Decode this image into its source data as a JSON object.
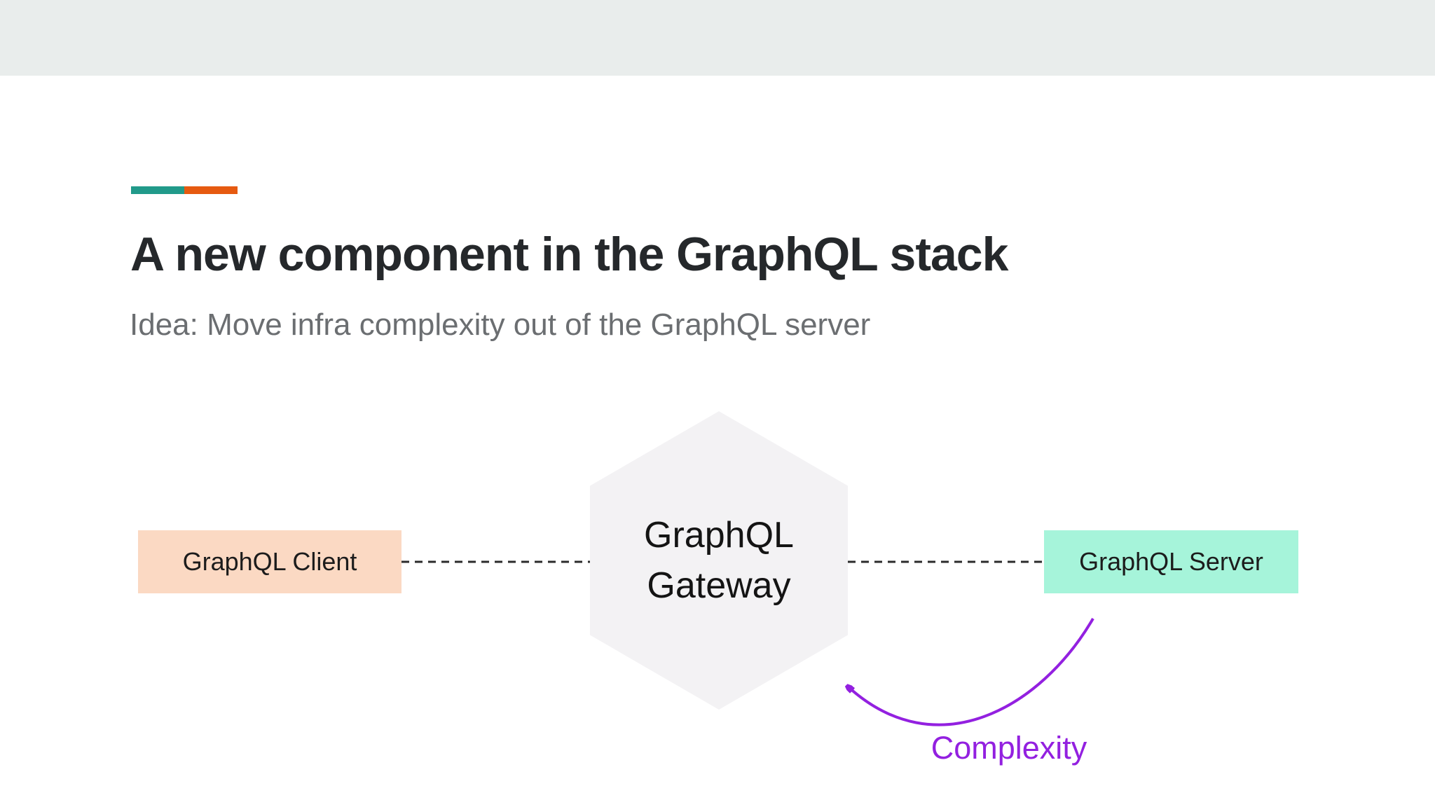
{
  "slide": {
    "title": "A new component in the GraphQL stack",
    "subtitle": "Idea: Move infra complexity out of the GraphQL server",
    "colors": {
      "top_band": "#e9edec",
      "title_text": "#25282b",
      "subtitle_text": "#6b6e71",
      "accent_teal": "#219a8a",
      "accent_orange": "#e65a10",
      "background": "#ffffff"
    }
  },
  "diagram": {
    "client": {
      "label": "GraphQL Client",
      "fill": "#fbd9c3",
      "text_color": "#1c1c1c"
    },
    "gateway": {
      "label_line1": "GraphQL",
      "label_line2": "Gateway",
      "fill": "#f3f2f4",
      "text_color": "#141414"
    },
    "server": {
      "label": "GraphQL Server",
      "fill": "#a6f4da",
      "text_color": "#1c1c1c"
    },
    "connector": {
      "style": "dashed",
      "color": "#2b2b2b"
    },
    "annotation": {
      "label": "Complexity",
      "color": "#9320e0"
    }
  }
}
